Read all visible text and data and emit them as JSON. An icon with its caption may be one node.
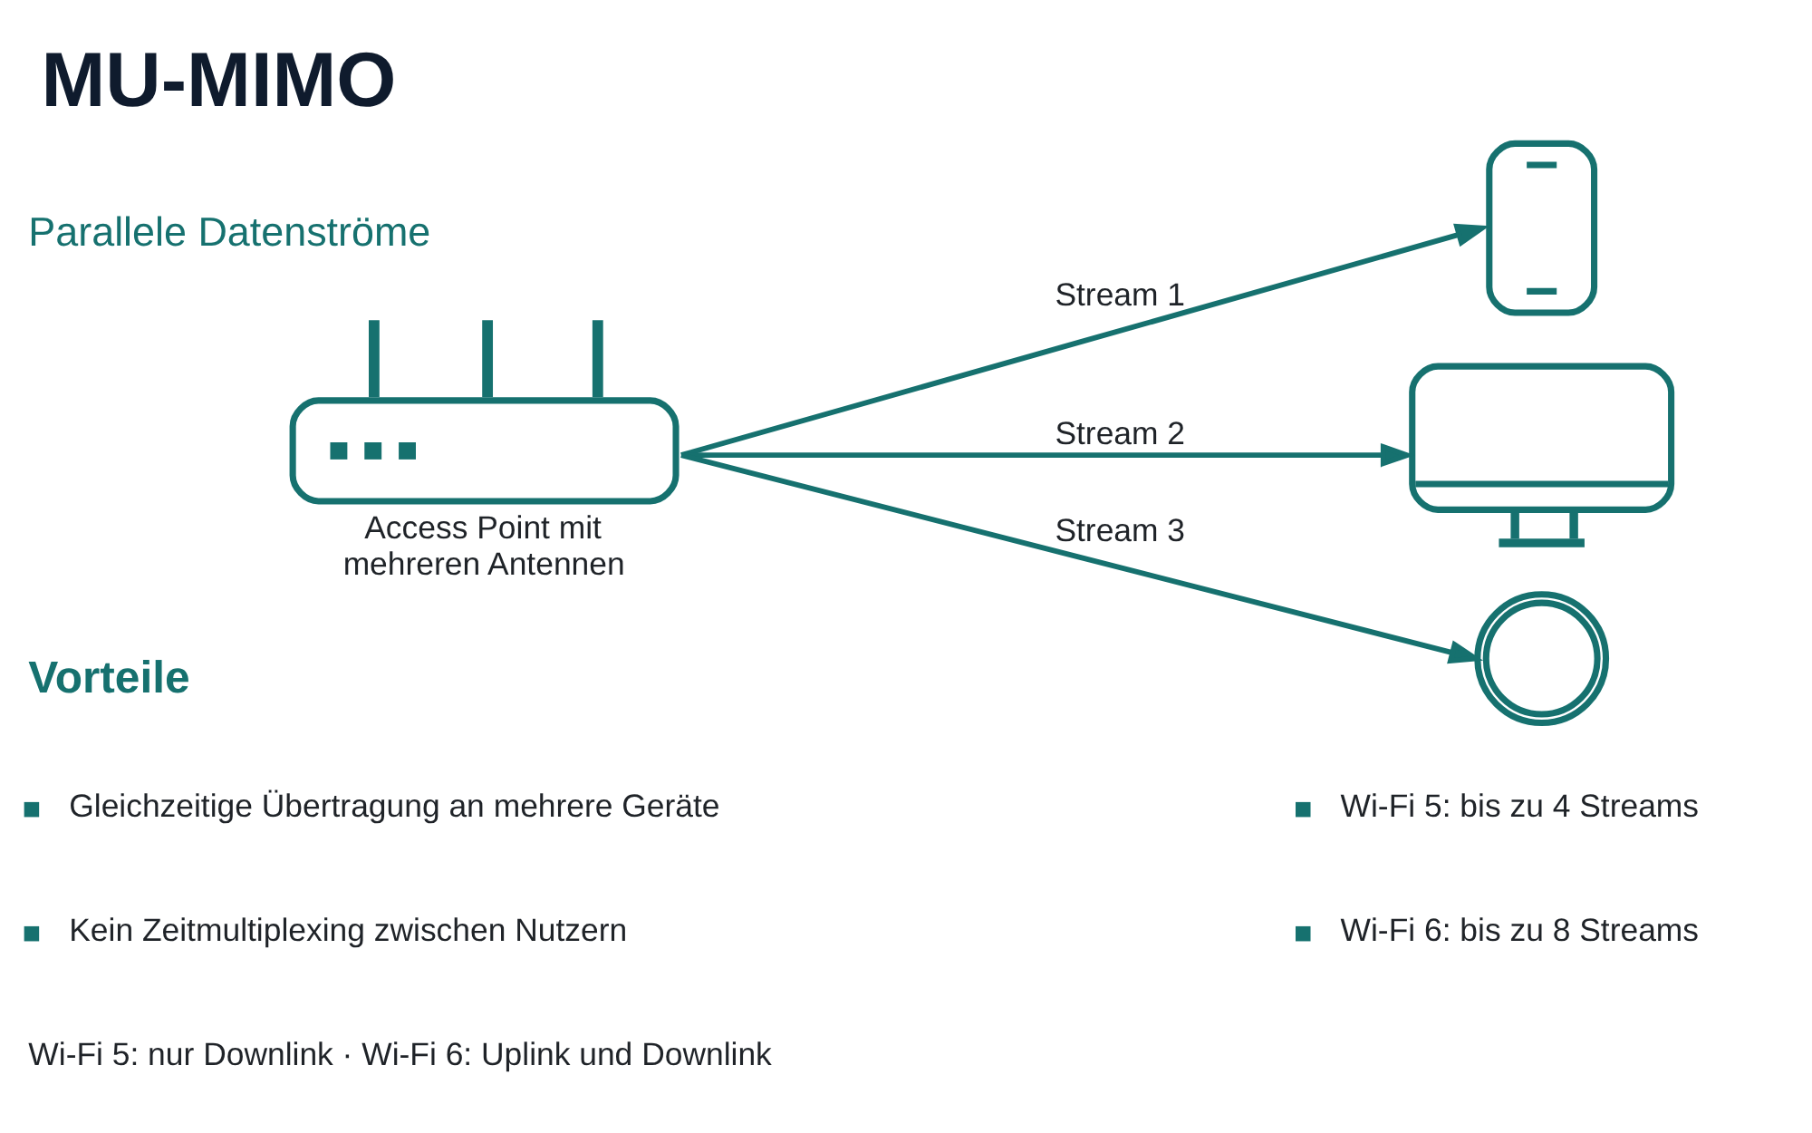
{
  "diagram": {
    "title": "MU-MIMO",
    "nodes": [
      {
        "text": [
          "Access Point mit mehreren Antennen"
        ]
      },
      {
        "text": [],
        "shape": "picture"
      },
      {
        "text": [],
        "shape": "picture"
      },
      {
        "text": [],
        "shape": "picture"
      }
    ],
    "edges": [
      {
        "from": 0,
        "to": 1,
        "arrow": "to",
        "label": "Stream 1"
      },
      {
        "from": 0,
        "to": 2,
        "arrow": "to",
        "label": "Stream 2"
      },
      {
        "from": 0,
        "to": 3,
        "arrow": "to",
        "label": "Stream 3"
      }
    ],
    "labels": [
      "Parallele Datenströme",
      "Vorteile",
      "Gleichzeitige Übertragung an mehrere Geräte",
      "Wi-Fi 5: bis zu 4 Streams",
      "Kein Zeitmultiplexing zwischen Nutzern",
      "Wi-Fi 6: bis zu 8 Streams",
      "Wi-Fi 5: nur Downlink · Wi-Fi 6: Uplink und Downlink"
    ]
  }
}
